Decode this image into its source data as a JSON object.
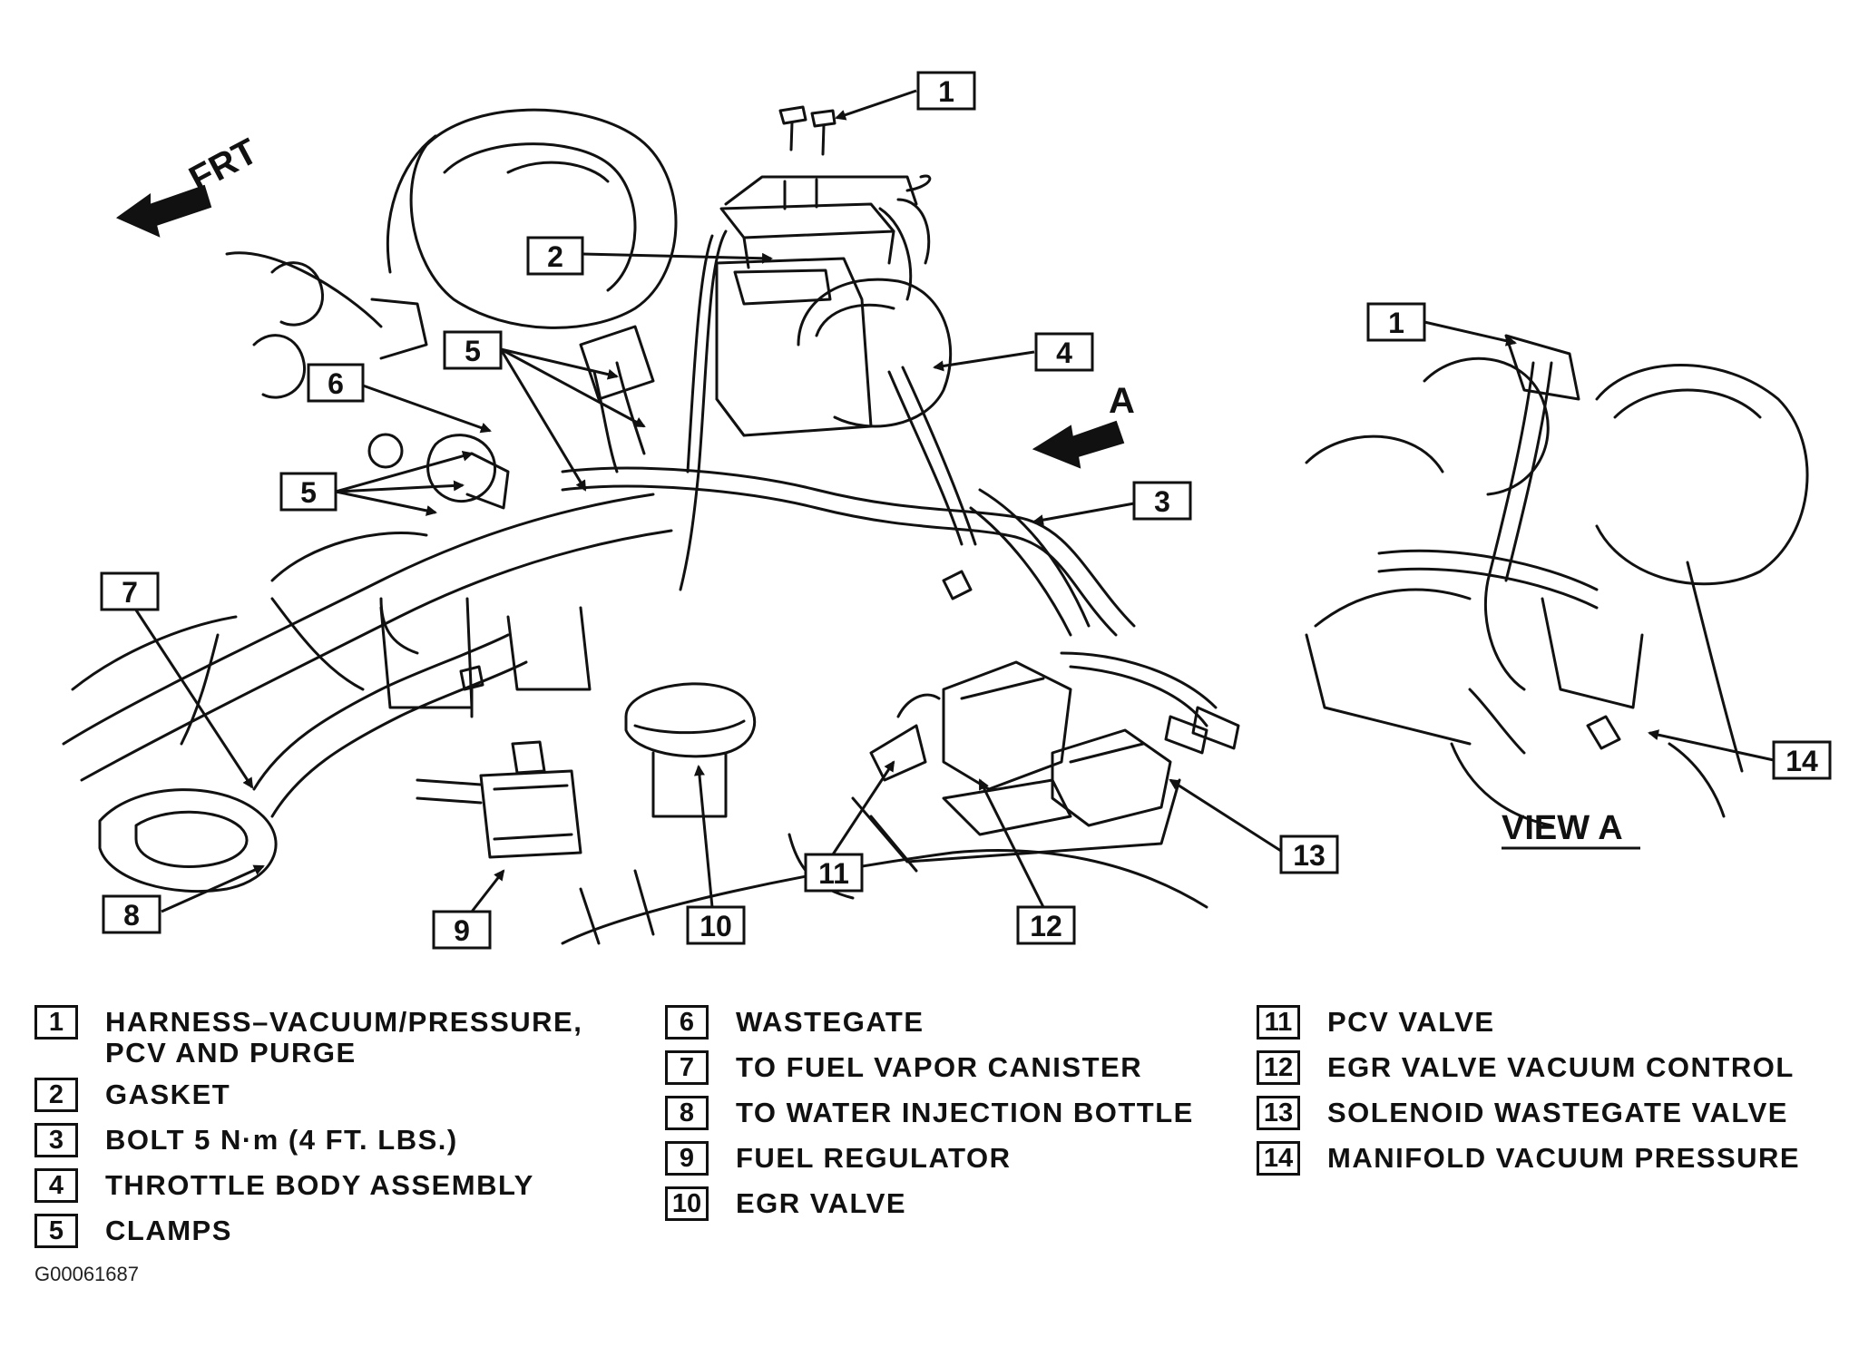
{
  "diagram": {
    "direction_front": "FRT",
    "direction_view": "A",
    "view_title": "VIEW A",
    "callouts": [
      "1",
      "2",
      "3",
      "4",
      "5",
      "5",
      "6",
      "7",
      "8",
      "9",
      "10",
      "11",
      "12",
      "13",
      "1",
      "14"
    ]
  },
  "legend": {
    "items": [
      {
        "num": "1",
        "lines": [
          "HARNESS–VACUUM/PRESSURE,",
          "PCV AND PURGE"
        ]
      },
      {
        "num": "2",
        "lines": [
          "GASKET"
        ]
      },
      {
        "num": "3",
        "lines": [
          "BOLT 5 N·m (4 FT. LBS.)"
        ]
      },
      {
        "num": "4",
        "lines": [
          "THROTTLE BODY ASSEMBLY"
        ]
      },
      {
        "num": "5",
        "lines": [
          "CLAMPS"
        ]
      },
      {
        "num": "6",
        "lines": [
          "WASTEGATE"
        ]
      },
      {
        "num": "7",
        "lines": [
          "TO FUEL VAPOR CANISTER"
        ]
      },
      {
        "num": "8",
        "lines": [
          "TO WATER INJECTION BOTTLE"
        ]
      },
      {
        "num": "9",
        "lines": [
          "FUEL REGULATOR"
        ]
      },
      {
        "num": "10",
        "lines": [
          "EGR VALVE"
        ]
      },
      {
        "num": "11",
        "lines": [
          "PCV VALVE"
        ]
      },
      {
        "num": "12",
        "lines": [
          "EGR VALVE VACUUM CONTROL"
        ]
      },
      {
        "num": "13",
        "lines": [
          "SOLENOID WASTEGATE VALVE"
        ]
      },
      {
        "num": "14",
        "lines": [
          "MANIFOLD VACUUM PRESSURE"
        ]
      }
    ]
  },
  "figure_id": "G00061687",
  "colors": {
    "ink": "#111111",
    "paper": "#ffffff"
  }
}
